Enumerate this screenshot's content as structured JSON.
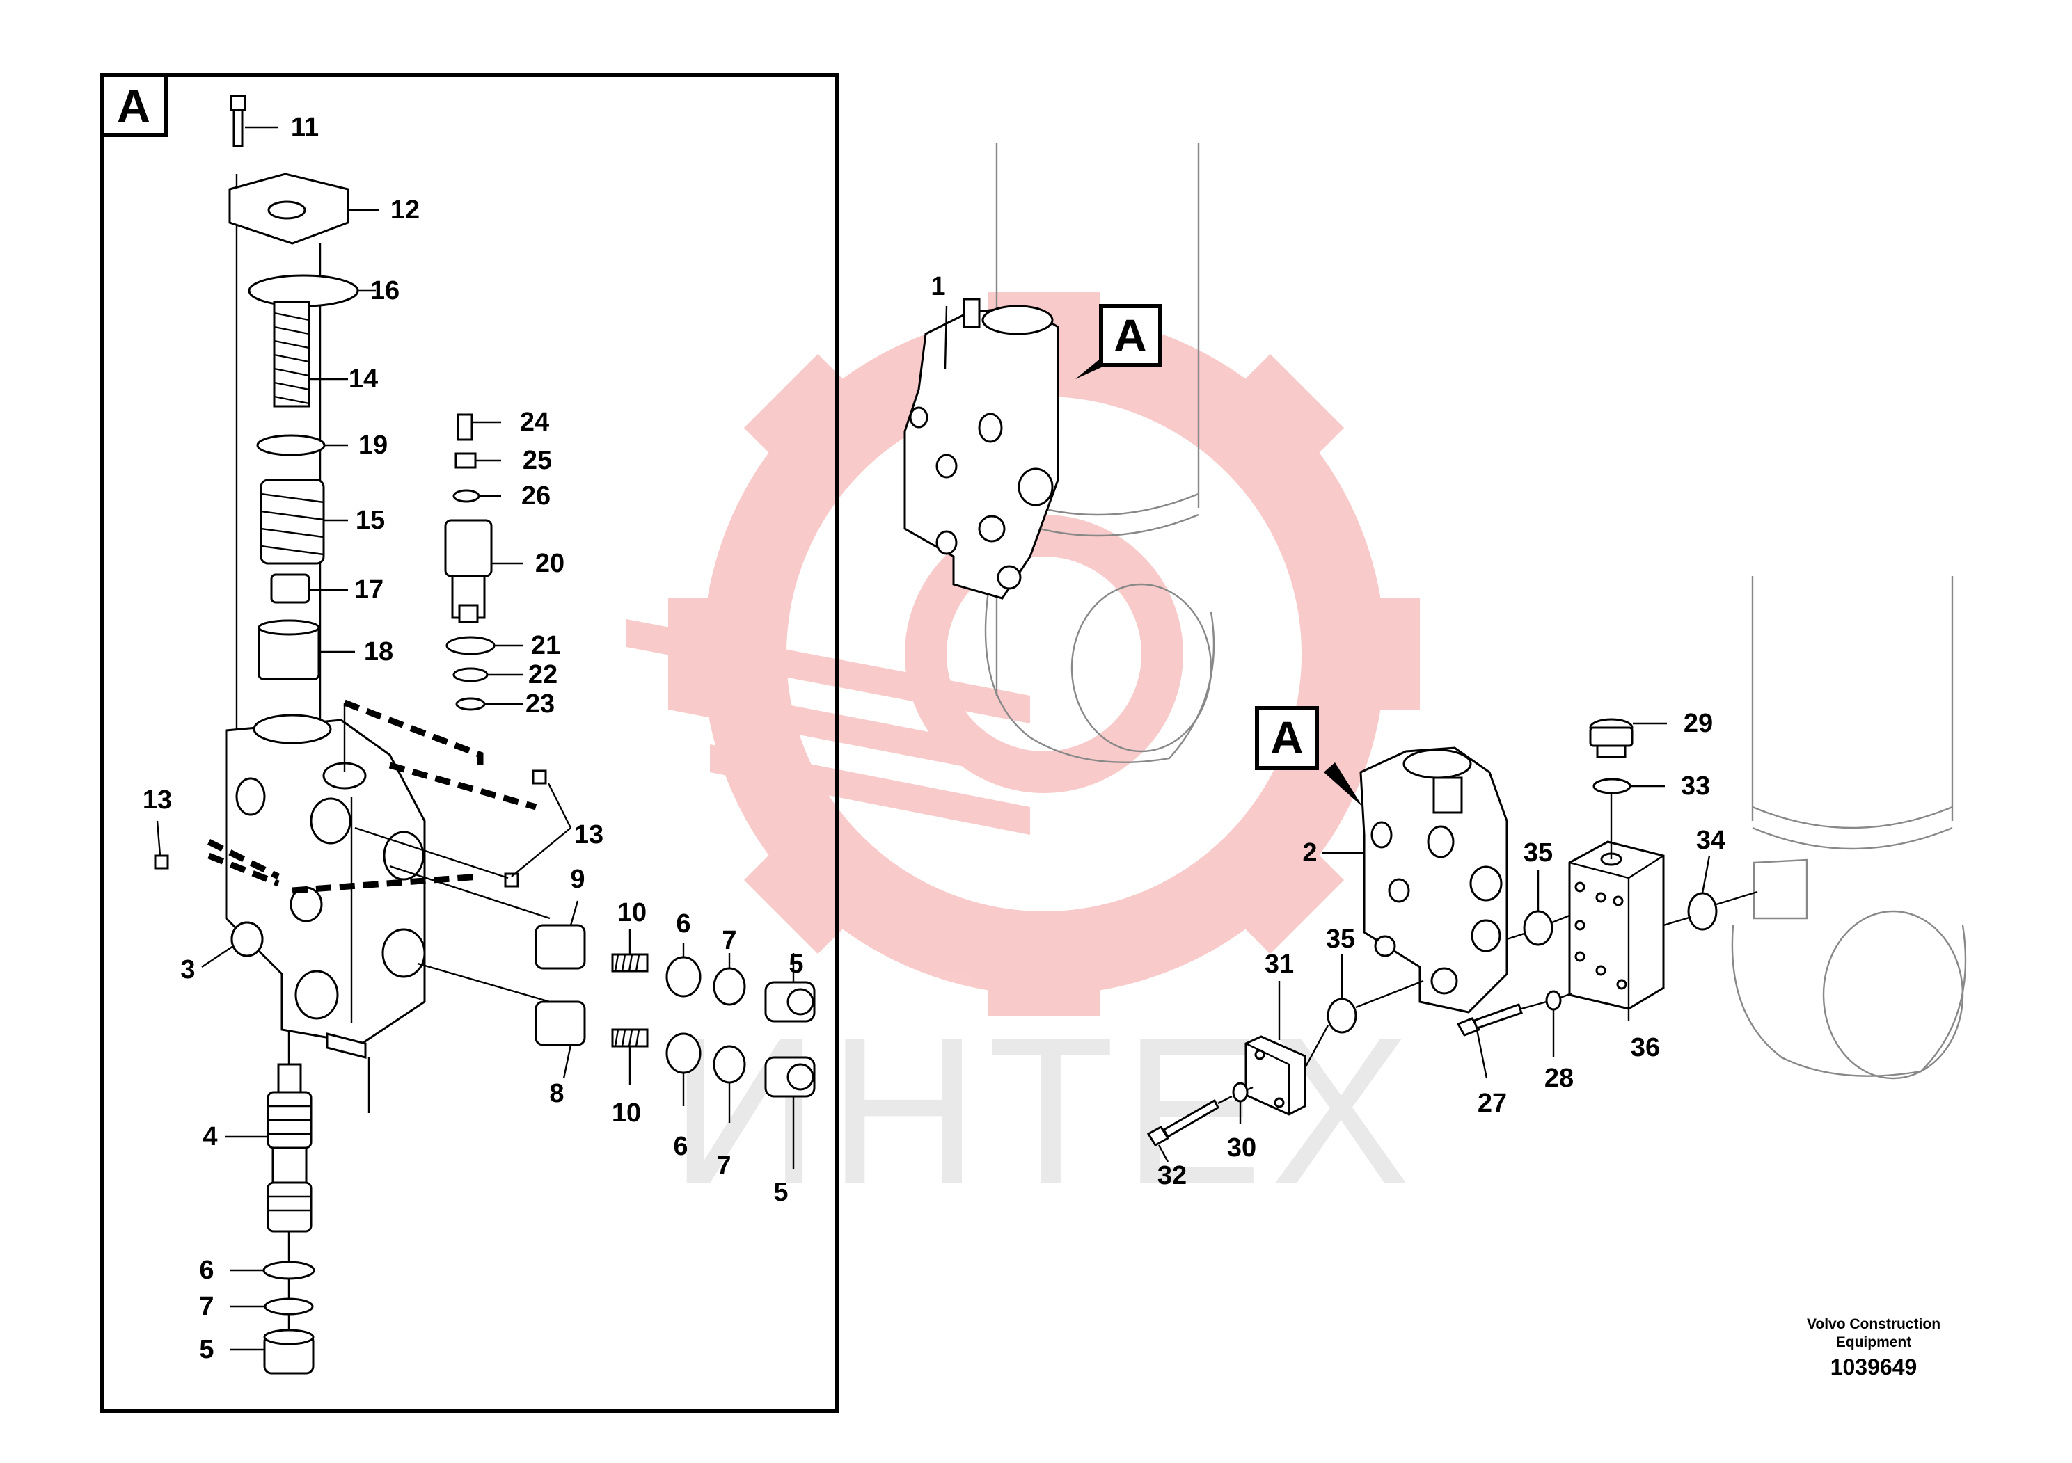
{
  "detail": {
    "label": "A"
  },
  "callouts": [
    {
      "id": "callout-a-upper",
      "label": "A"
    },
    {
      "id": "callout-a-lower",
      "label": "A"
    }
  ],
  "watermark": {
    "text": "ИНТЕХ",
    "color": "#f28b8b"
  },
  "labels": {
    "p1": "1",
    "p2": "2",
    "p3": "3",
    "p4": "4",
    "p5a": "5",
    "p5b": "5",
    "p5c": "5",
    "p6a": "6",
    "p6b": "6",
    "p6c": "6",
    "p7a": "7",
    "p7b": "7",
    "p7c": "7",
    "p8": "8",
    "p9": "9",
    "p10a": "10",
    "p10b": "10",
    "p11": "11",
    "p12": "12",
    "p13a": "13",
    "p13b": "13",
    "p14": "14",
    "p15": "15",
    "p16": "16",
    "p17": "17",
    "p18": "18",
    "p19": "19",
    "p20": "20",
    "p21": "21",
    "p22": "22",
    "p23": "23",
    "p24": "24",
    "p25": "25",
    "p26": "26",
    "p27": "27",
    "p28": "28",
    "p29": "29",
    "p30": "30",
    "p31": "31",
    "p32": "32",
    "p33": "33",
    "p34": "34",
    "p35a": "35",
    "p35b": "35",
    "p36": "36"
  },
  "footer": {
    "brand_line1": "Volvo Construction",
    "brand_line2": "Equipment",
    "doc_number": "1039649"
  }
}
